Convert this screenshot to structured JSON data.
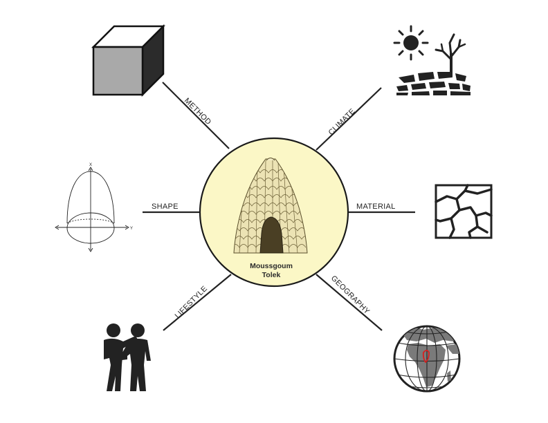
{
  "center": {
    "title_line1": "Moussgoum",
    "title_line2": "Tolek",
    "fill_color": "#fbf7c6",
    "stroke_color": "#1a1a1a"
  },
  "spokes": {
    "method": "METHOD",
    "climate": "CLIMATE",
    "shape": "SHAPE",
    "material": "MATERIAL",
    "lifestyle": "LIFESTYLE",
    "geography": "GEOGRAPHY"
  },
  "icons": {
    "method": "cube-icon",
    "climate": "sun-dead-tree-cracked-earth-icon",
    "shape": "paraboloid-graph-icon",
    "material": "cracked-mud-square-icon",
    "lifestyle": "two-people-icon",
    "geography": "globe-africa-icon"
  },
  "shape_axes": {
    "x": "X",
    "y": "Y"
  },
  "colors": {
    "line": "#222222",
    "accent_marker": "#d62020"
  }
}
